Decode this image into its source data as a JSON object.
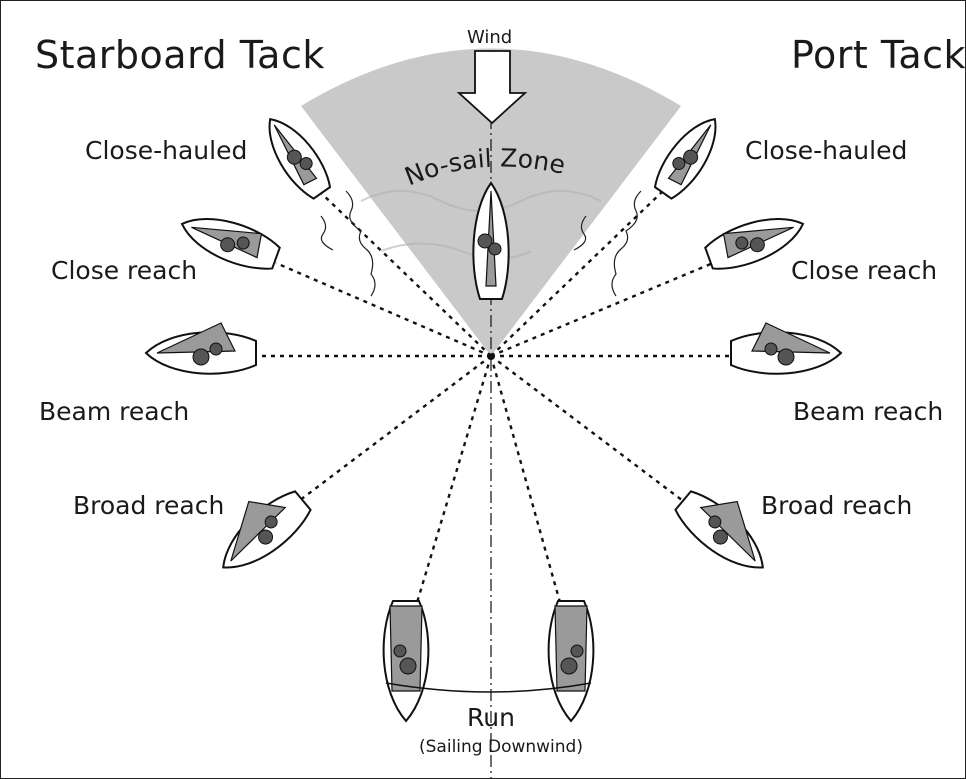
{
  "titles": {
    "starboard": "Starboard Tack",
    "port": "Port Tack"
  },
  "wind_label": "Wind",
  "no_sail_zone": "No-sail Zone",
  "points_of_sail": {
    "close_hauled_left": "Close-hauled",
    "close_hauled_right": "Close-hauled",
    "close_reach_left": "Close reach",
    "close_reach_right": "Close reach",
    "beam_reach_left": "Beam reach",
    "beam_reach_right": "Beam reach",
    "broad_reach_left": "Broad reach",
    "broad_reach_right": "Broad reach",
    "run": "Run",
    "run_note": "(Sailing Downwind)"
  },
  "colors": {
    "no_sail_zone": "#c9c9c9",
    "line": "#111111"
  }
}
